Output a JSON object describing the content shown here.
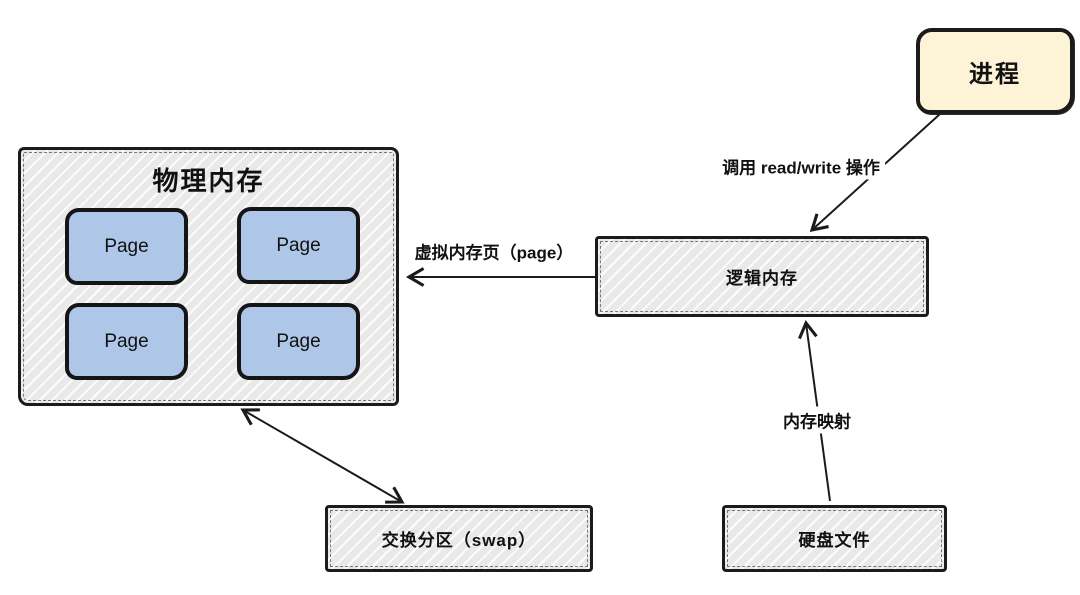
{
  "diagram": {
    "nodes": {
      "process": {
        "label": "进程",
        "fill": "#fdf3d7"
      },
      "physical_memory": {
        "title": "物理内存",
        "fill": "#e9e9e9",
        "page_fill": "#aec6e8",
        "pages": [
          "Page",
          "Page",
          "Page",
          "Page"
        ]
      },
      "logical_memory": {
        "label": "逻辑内存",
        "fill": "#e9e9e9"
      },
      "swap_partition": {
        "label": "交换分区（swap）",
        "fill": "#e9e9e9"
      },
      "disk_file": {
        "label": "硬盘文件",
        "fill": "#e9e9e9"
      }
    },
    "edges": [
      {
        "from": "process",
        "to": "logical_memory",
        "label": "调用 read/write 操作",
        "bidirectional": false
      },
      {
        "from": "logical_memory",
        "to": "physical_memory",
        "label": "虚拟内存页（page）",
        "bidirectional": false
      },
      {
        "from": "physical_memory",
        "to": "swap_partition",
        "label": "",
        "bidirectional": true
      },
      {
        "from": "disk_file",
        "to": "logical_memory",
        "label": "内存映射",
        "bidirectional": false
      }
    ],
    "stroke_color": "#1b1b1b"
  }
}
